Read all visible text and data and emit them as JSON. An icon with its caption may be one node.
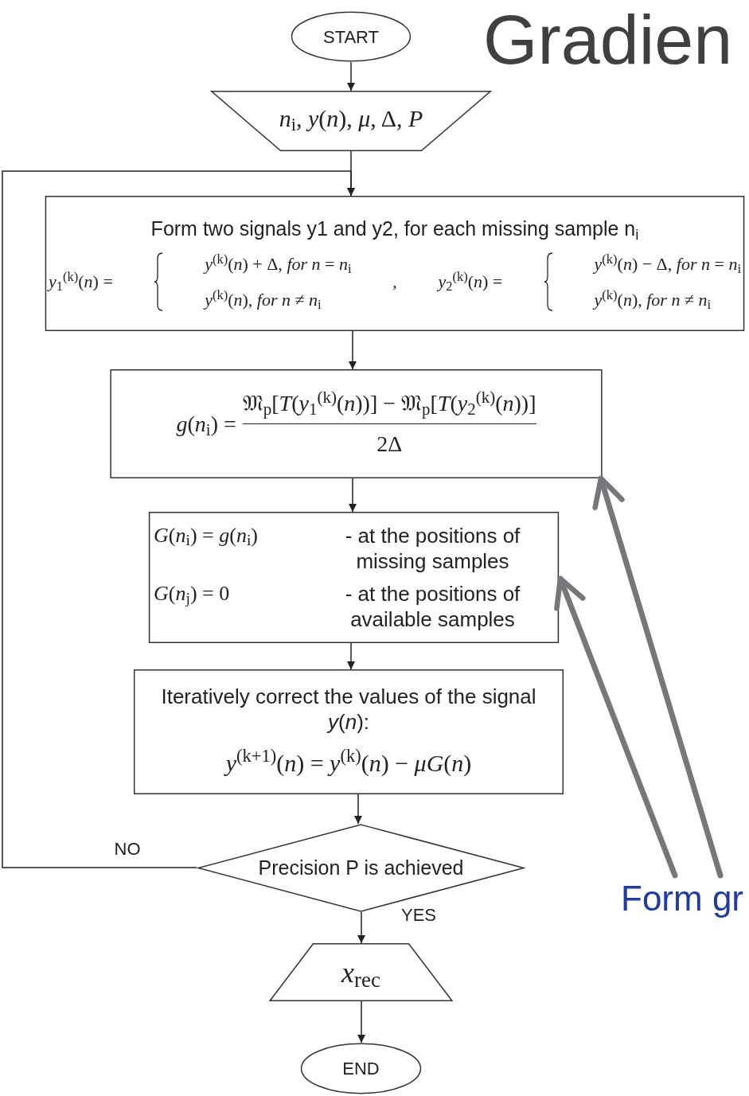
{
  "diagram": {
    "title": "Gradien",
    "nodes": [
      {
        "text": [
          "START"
        ]
      },
      {
        "text": [
          "*n*$_{i}$, *y*(*n*), *μ*, Δ, *P*"
        ]
      },
      {
        "text": [
          "Form two signals y1 and y2, for each missing sample n$_{i}$",
          "*y*$_{1}$$^{(k)}$(*n*) =",
          "*y*$^{(k)}$(*n*) + Δ,  *for*  *n* = *n*$_{i}$",
          "*y*$^{(k)}$(*n*),  *for*  *n* ≠ *n*$_{i}$",
          ",",
          "*y*$_{2}$$^{(k)}$(*n*) =",
          "*y*$^{(k)}$(*n*) − Δ,  *for*  *n* = *n*$_{i}$",
          "*y*$^{(k)}$(*n*),  *for*  *n* ≠ *n*$_{i}$"
        ]
      },
      {
        "text": [
          "*g*(*n*$_{i}$) =",
          "𝔐$_{p}$[*T*(*y*$_{1}$$^{(k)}$(*n*))] − 𝔐$_{p}$[*T*(*y*$_{2}$$^{(k)}$(*n*))]",
          "2Δ"
        ]
      },
      {
        "text": [
          "*G*(*n*$_{i}$) = *g*(*n*$_{i}$)",
          "- at the positions of missing samples",
          "*G*(*n*$_{j}$) = 0",
          "- at the positions of available  samples"
        ]
      },
      {
        "text": [
          "Iteratively correct the values of the signal *y*(*n*):",
          "*y*$^{(k+1)}$(*n*) = *y*$^{(k)}$(*n*) − *μG*(*n*)"
        ]
      },
      {
        "text": [
          "Precision P is achieved"
        ]
      },
      {
        "text": [
          "*x*$_{rec}$"
        ]
      },
      {
        "text": [
          "END"
        ]
      },
      {
        "text": [
          "Form gr"
        ]
      }
    ],
    "edges": [
      {
        "from": 0,
        "to": 1,
        "arrow": "to"
      },
      {
        "from": 1,
        "to": 2,
        "arrow": "to"
      },
      {
        "from": 2,
        "to": 3,
        "arrow": "to"
      },
      {
        "from": 3,
        "to": 4,
        "arrow": "to"
      },
      {
        "from": 4,
        "to": 5,
        "arrow": "to"
      },
      {
        "from": 5,
        "to": 6,
        "arrow": "to"
      },
      {
        "from": 6,
        "to": 2,
        "arrow": "to",
        "label": "NO"
      },
      {
        "from": 6,
        "to": 7,
        "arrow": "to",
        "label": "YES"
      },
      {
        "from": 7,
        "to": 8,
        "arrow": "to"
      },
      {
        "from": 9,
        "to": 3,
        "arrow": "to",
        "style": "thick",
        "color": "#75777b"
      },
      {
        "from": 9,
        "to": 4,
        "arrow": "to",
        "style": "thick",
        "color": "#75777b"
      }
    ]
  }
}
